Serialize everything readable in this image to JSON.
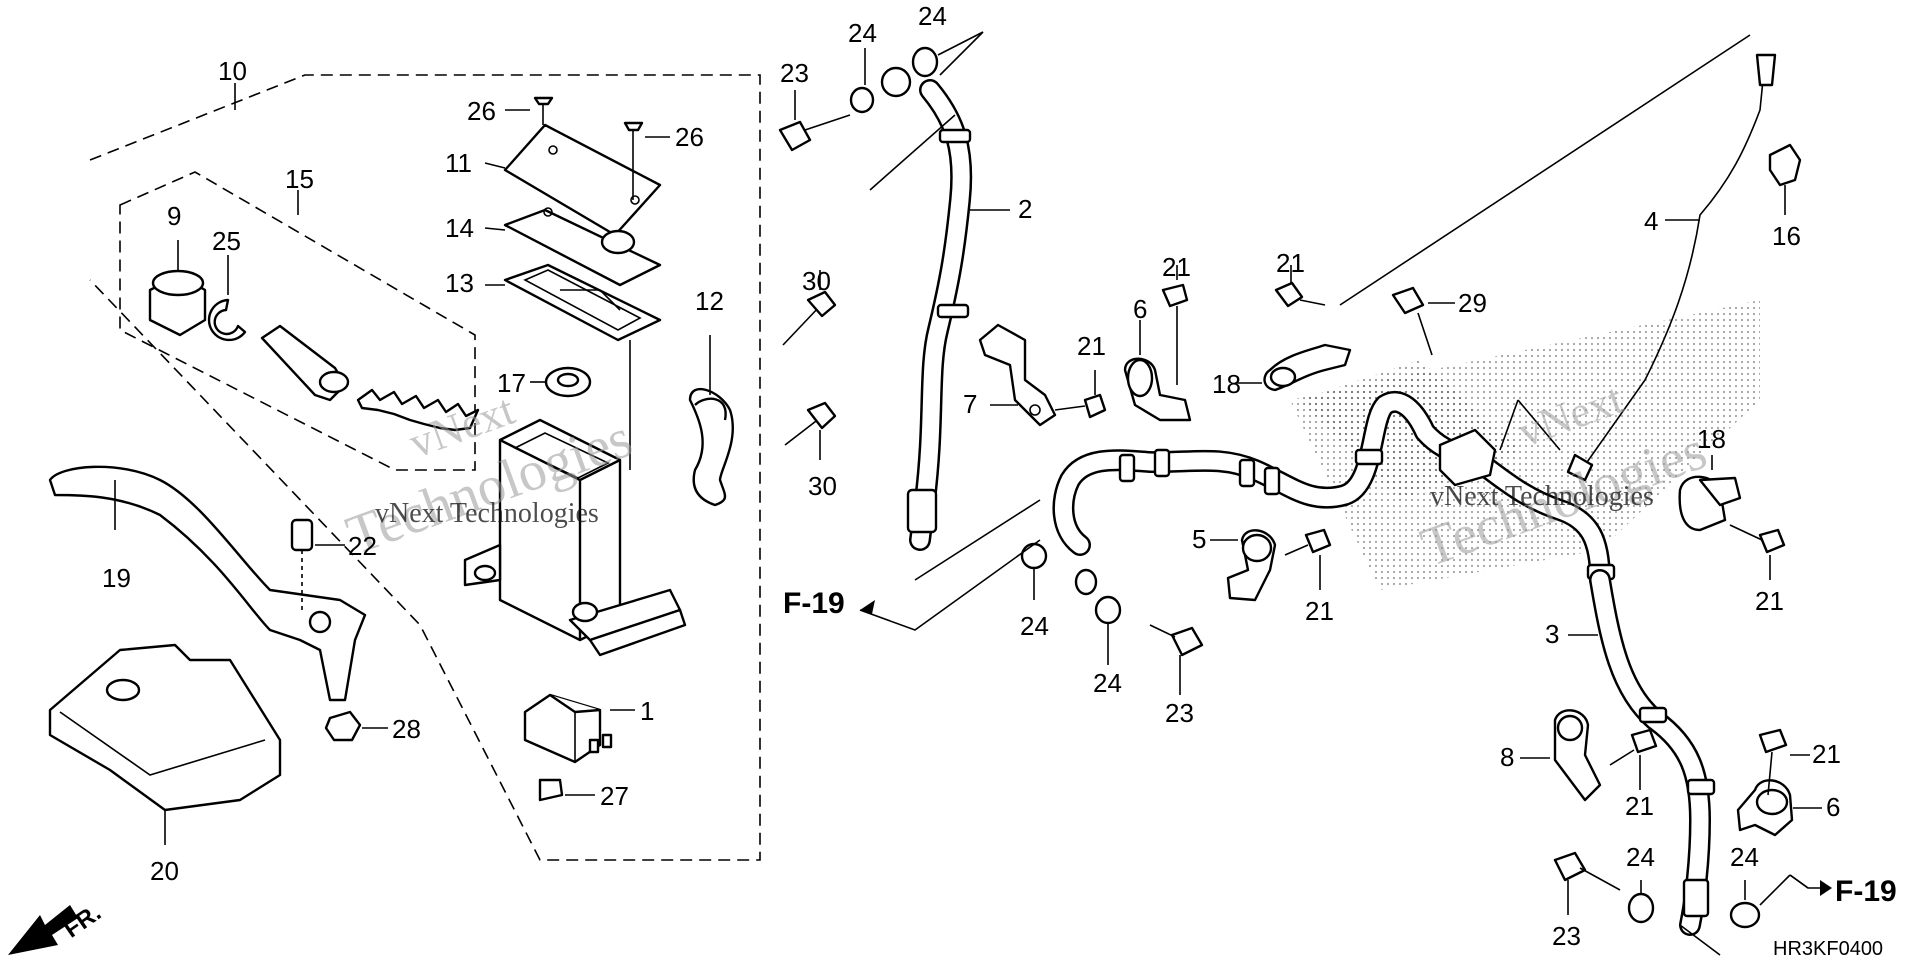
{
  "diagram": {
    "code": "HR3KF0400",
    "direction_label": "FR.",
    "ref_label": "F-19",
    "watermark_line1": "vNext",
    "watermark_line2": "Technologies",
    "watermark_full": "vNext Technologies",
    "callouts": {
      "p1": "1",
      "p2": "2",
      "p3": "3",
      "p4": "4",
      "p5": "5",
      "p6": "6",
      "p7": "7",
      "p8": "8",
      "p9": "9",
      "p10": "10",
      "p11": "11",
      "p12": "12",
      "p13": "13",
      "p14": "14",
      "p15": "15",
      "p16": "16",
      "p17": "17",
      "p18": "18",
      "p19": "19",
      "p20": "20",
      "p21": "21",
      "p22": "22",
      "p23": "23",
      "p24": "24",
      "p25": "25",
      "p26": "26",
      "p27": "27",
      "p28": "28",
      "p29": "29",
      "p30": "30"
    }
  }
}
